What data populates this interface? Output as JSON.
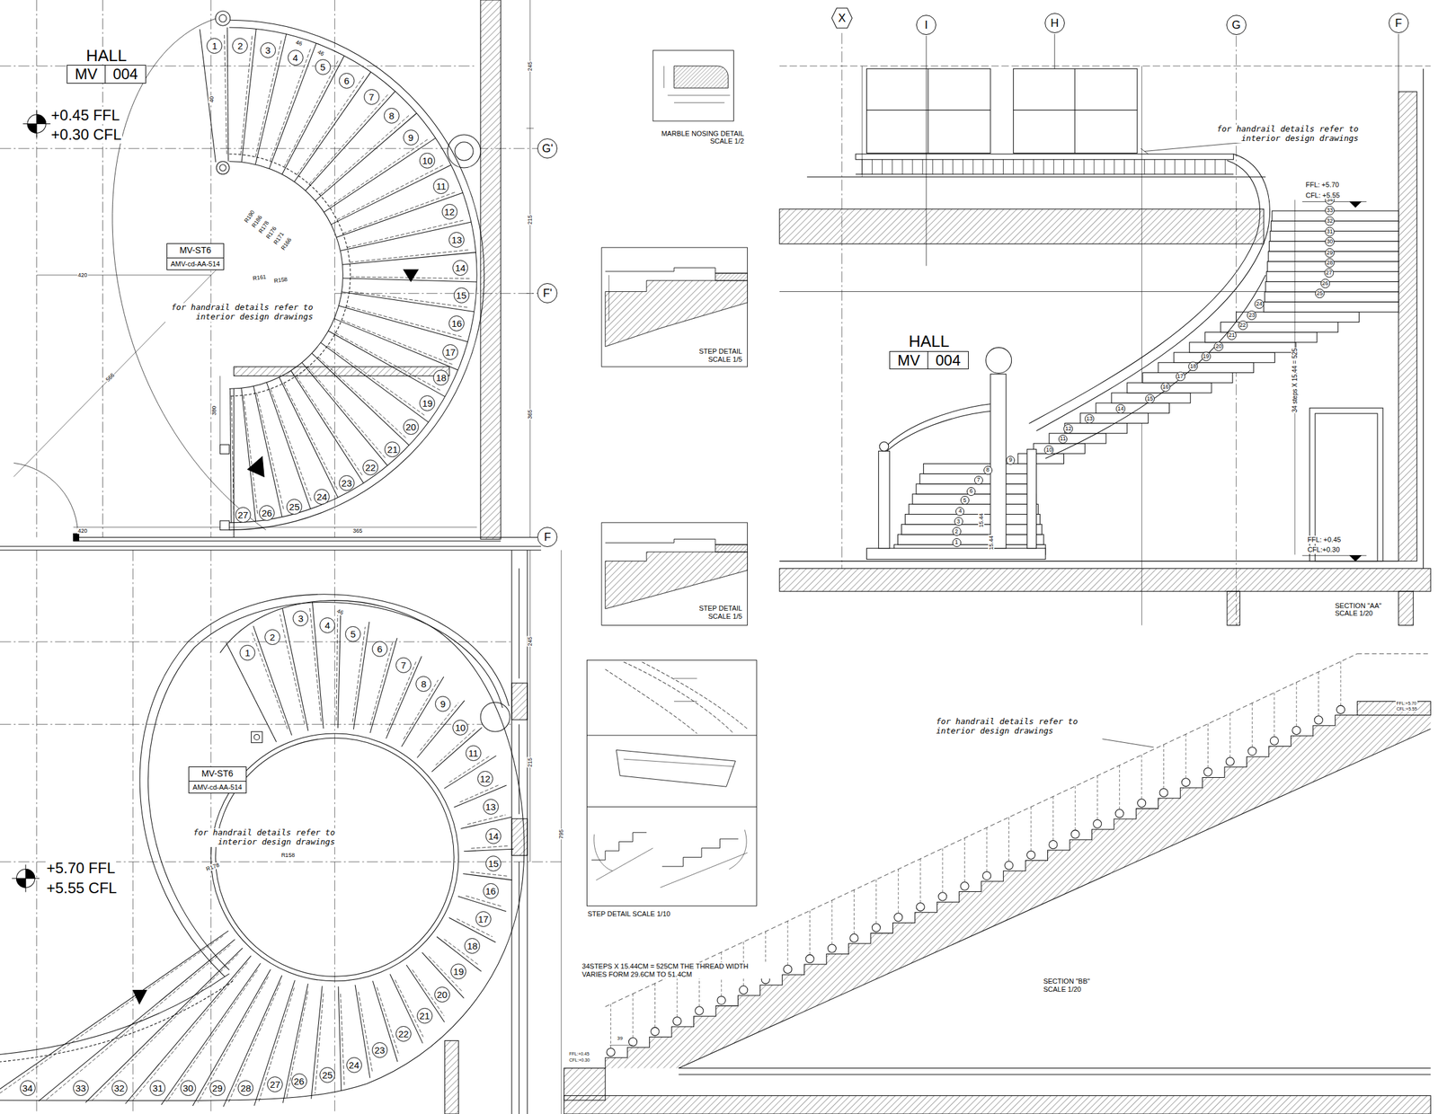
{
  "diagram": {
    "nodes": [
      {
        "text": [
          "HALL",
          "MV",
          "004"
        ]
      },
      {
        "text": [
          "MV-ST6",
          "AMV-cd-AA-514"
        ]
      },
      {
        "text": [
          "G'"
        ]
      },
      {
        "text": [
          "F'"
        ]
      },
      {
        "text": [
          "F"
        ]
      },
      {
        "text": [
          "1"
        ]
      },
      {
        "text": [
          "2"
        ]
      },
      {
        "text": [
          "3"
        ]
      },
      {
        "text": [
          "4"
        ]
      },
      {
        "text": [
          "5"
        ]
      },
      {
        "text": [
          "6"
        ]
      },
      {
        "text": [
          "7"
        ]
      },
      {
        "text": [
          "8"
        ]
      },
      {
        "text": [
          "9"
        ]
      },
      {
        "text": [
          "10"
        ]
      },
      {
        "text": [
          "11"
        ]
      },
      {
        "text": [
          "12"
        ]
      },
      {
        "text": [
          "13"
        ]
      },
      {
        "text": [
          "14"
        ]
      },
      {
        "text": [
          "15"
        ]
      },
      {
        "text": [
          "16"
        ]
      },
      {
        "text": [
          "17"
        ]
      },
      {
        "text": [
          "18"
        ]
      },
      {
        "text": [
          "19"
        ]
      },
      {
        "text": [
          "20"
        ]
      },
      {
        "text": [
          "21"
        ]
      },
      {
        "text": [
          "22"
        ]
      },
      {
        "text": [
          "23"
        ]
      },
      {
        "text": [
          "24"
        ]
      },
      {
        "text": [
          "25"
        ]
      },
      {
        "text": [
          "26"
        ]
      },
      {
        "text": [
          "27"
        ]
      },
      {
        "text": [
          "X"
        ]
      },
      {
        "text": [
          "I"
        ]
      },
      {
        "text": [
          "H"
        ]
      },
      {
        "text": [
          "G"
        ]
      },
      {
        "text": [
          "F"
        ]
      },
      {
        "text": [
          "HALL",
          "MV",
          "004"
        ]
      },
      {
        "text": [
          "1"
        ]
      },
      {
        "text": [
          "2"
        ]
      },
      {
        "text": [
          "3"
        ]
      },
      {
        "text": [
          "4"
        ]
      },
      {
        "text": [
          "5"
        ]
      },
      {
        "text": [
          "6"
        ]
      },
      {
        "text": [
          "7"
        ]
      },
      {
        "text": [
          "8"
        ]
      },
      {
        "text": [
          "9"
        ]
      },
      {
        "text": [
          "10"
        ]
      },
      {
        "text": [
          "11"
        ]
      },
      {
        "text": [
          "12"
        ]
      },
      {
        "text": [
          "13"
        ]
      },
      {
        "text": [
          "14"
        ]
      },
      {
        "text": [
          "15"
        ]
      },
      {
        "text": [
          "16"
        ]
      },
      {
        "text": [
          "17"
        ]
      },
      {
        "text": [
          "18"
        ]
      },
      {
        "text": [
          "19"
        ]
      },
      {
        "text": [
          "20"
        ]
      },
      {
        "text": [
          "21"
        ]
      },
      {
        "text": [
          "22"
        ]
      },
      {
        "text": [
          "23"
        ]
      },
      {
        "text": [
          "24"
        ]
      },
      {
        "text": [
          "25"
        ]
      },
      {
        "text": [
          "26"
        ]
      },
      {
        "text": [
          "27"
        ]
      },
      {
        "text": [
          "28"
        ]
      },
      {
        "text": [
          "29"
        ]
      },
      {
        "text": [
          "30"
        ]
      },
      {
        "text": [
          "31"
        ]
      },
      {
        "text": [
          "32"
        ]
      },
      {
        "text": [
          "33"
        ]
      },
      {
        "text": [
          "34"
        ]
      },
      {
        "text": [
          "MV-ST6",
          "AMV-cd-AA-514"
        ]
      },
      {
        "text": [
          "1"
        ]
      },
      {
        "text": [
          "2"
        ]
      },
      {
        "text": [
          "3"
        ]
      },
      {
        "text": [
          "4"
        ]
      },
      {
        "text": [
          "5"
        ]
      },
      {
        "text": [
          "6"
        ]
      },
      {
        "text": [
          "7"
        ]
      },
      {
        "text": [
          "8"
        ]
      },
      {
        "text": [
          "9"
        ]
      },
      {
        "text": [
          "10"
        ]
      },
      {
        "text": [
          "11"
        ]
      },
      {
        "text": [
          "12"
        ]
      },
      {
        "text": [
          "13"
        ]
      },
      {
        "text": [
          "14"
        ]
      },
      {
        "text": [
          "15"
        ]
      },
      {
        "text": [
          "16"
        ]
      },
      {
        "text": [
          "17"
        ]
      },
      {
        "text": [
          "18"
        ]
      },
      {
        "text": [
          "19"
        ]
      },
      {
        "text": [
          "20"
        ]
      },
      {
        "text": [
          "21"
        ]
      },
      {
        "text": [
          "22"
        ]
      },
      {
        "text": [
          "23"
        ]
      },
      {
        "text": [
          "24"
        ]
      },
      {
        "text": [
          "25"
        ]
      },
      {
        "text": [
          "26"
        ]
      },
      {
        "text": [
          "27"
        ]
      },
      {
        "text": [
          "28"
        ]
      },
      {
        "text": [
          "29"
        ]
      },
      {
        "text": [
          "30"
        ]
      },
      {
        "text": [
          "31"
        ]
      },
      {
        "text": [
          "32"
        ]
      },
      {
        "text": [
          "33"
        ]
      },
      {
        "text": [
          "34"
        ]
      }
    ],
    "labels": [
      "+0.45 FFL",
      "+0.30 CFL",
      "for handrail details refer to interior design drawings",
      "R190",
      "R186",
      "R178",
      "R176",
      "R171",
      "R166",
      "R161",
      "R158",
      "46",
      "46",
      "40",
      "420",
      "566",
      "380",
      "420",
      "365",
      "245",
      "215",
      "365",
      "+5.70 FFL",
      "+5.55 CFL",
      "for handrail details refer to interior design drawings",
      "R178",
      "R158",
      "46",
      "245",
      "215",
      "795",
      "MARBLE NOSING DETAIL SCALE 1/2",
      "STEP DETAIL SCALE 1/5",
      "STEP DETAIL SCALE 1/5",
      "STEP DETAIL SCALE 1/10",
      "for handrail details refer to interior design drawings",
      "FFL: +5.70",
      "CFL: +5.55",
      "34 steps X 15.44 = 525",
      "15.44",
      "15.44",
      "FFL: +0.45",
      "CFL:+0.30",
      "SECTION \"AA\" SCALE 1/20",
      "for handrail details refer to interior design drawings",
      "34STEPS X 15.44CM = 525CM THE THREAD WIDTH VARIES FORM 29.6CM TO 51.4CM",
      "SECTION \"BB\" SCALE 1/20",
      "39",
      "FFL:+0.45",
      "CFL:+0.30",
      "FFL:+5.70",
      "CFL:+5.55"
    ]
  }
}
